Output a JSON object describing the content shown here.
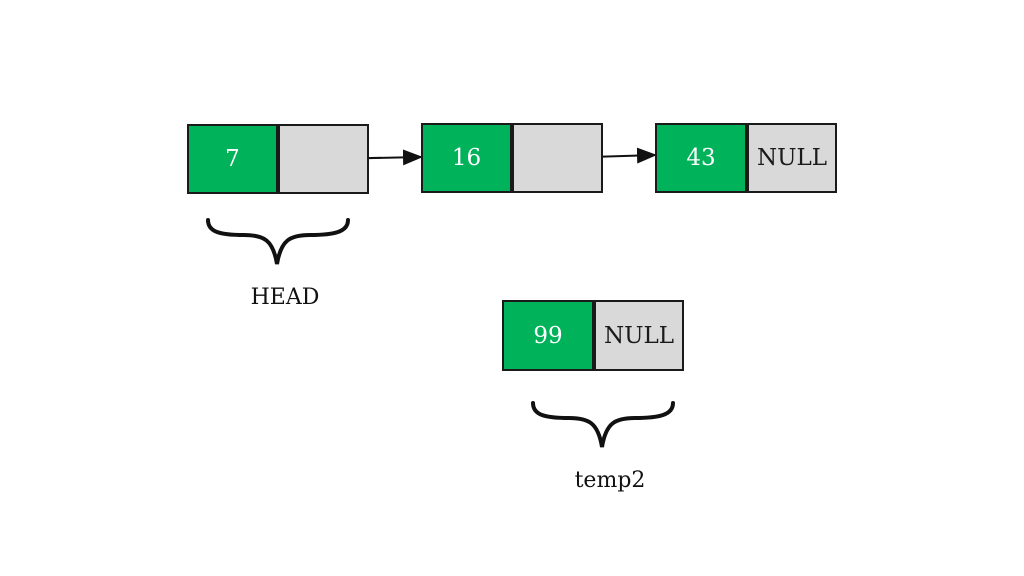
{
  "colors": {
    "data_fill": "#00b25a",
    "pointer_fill": "#d9d9d9",
    "border": "#1a1a1a",
    "text_dark": "#111111",
    "text_light": "#ffffff"
  },
  "list": {
    "nodes": [
      {
        "value": "7",
        "next": ""
      },
      {
        "value": "16",
        "next": ""
      },
      {
        "value": "43",
        "next": "NULL"
      }
    ]
  },
  "temp_node": {
    "value": "99",
    "next": "NULL"
  },
  "labels": {
    "head": "HEAD",
    "temp": "temp2"
  }
}
